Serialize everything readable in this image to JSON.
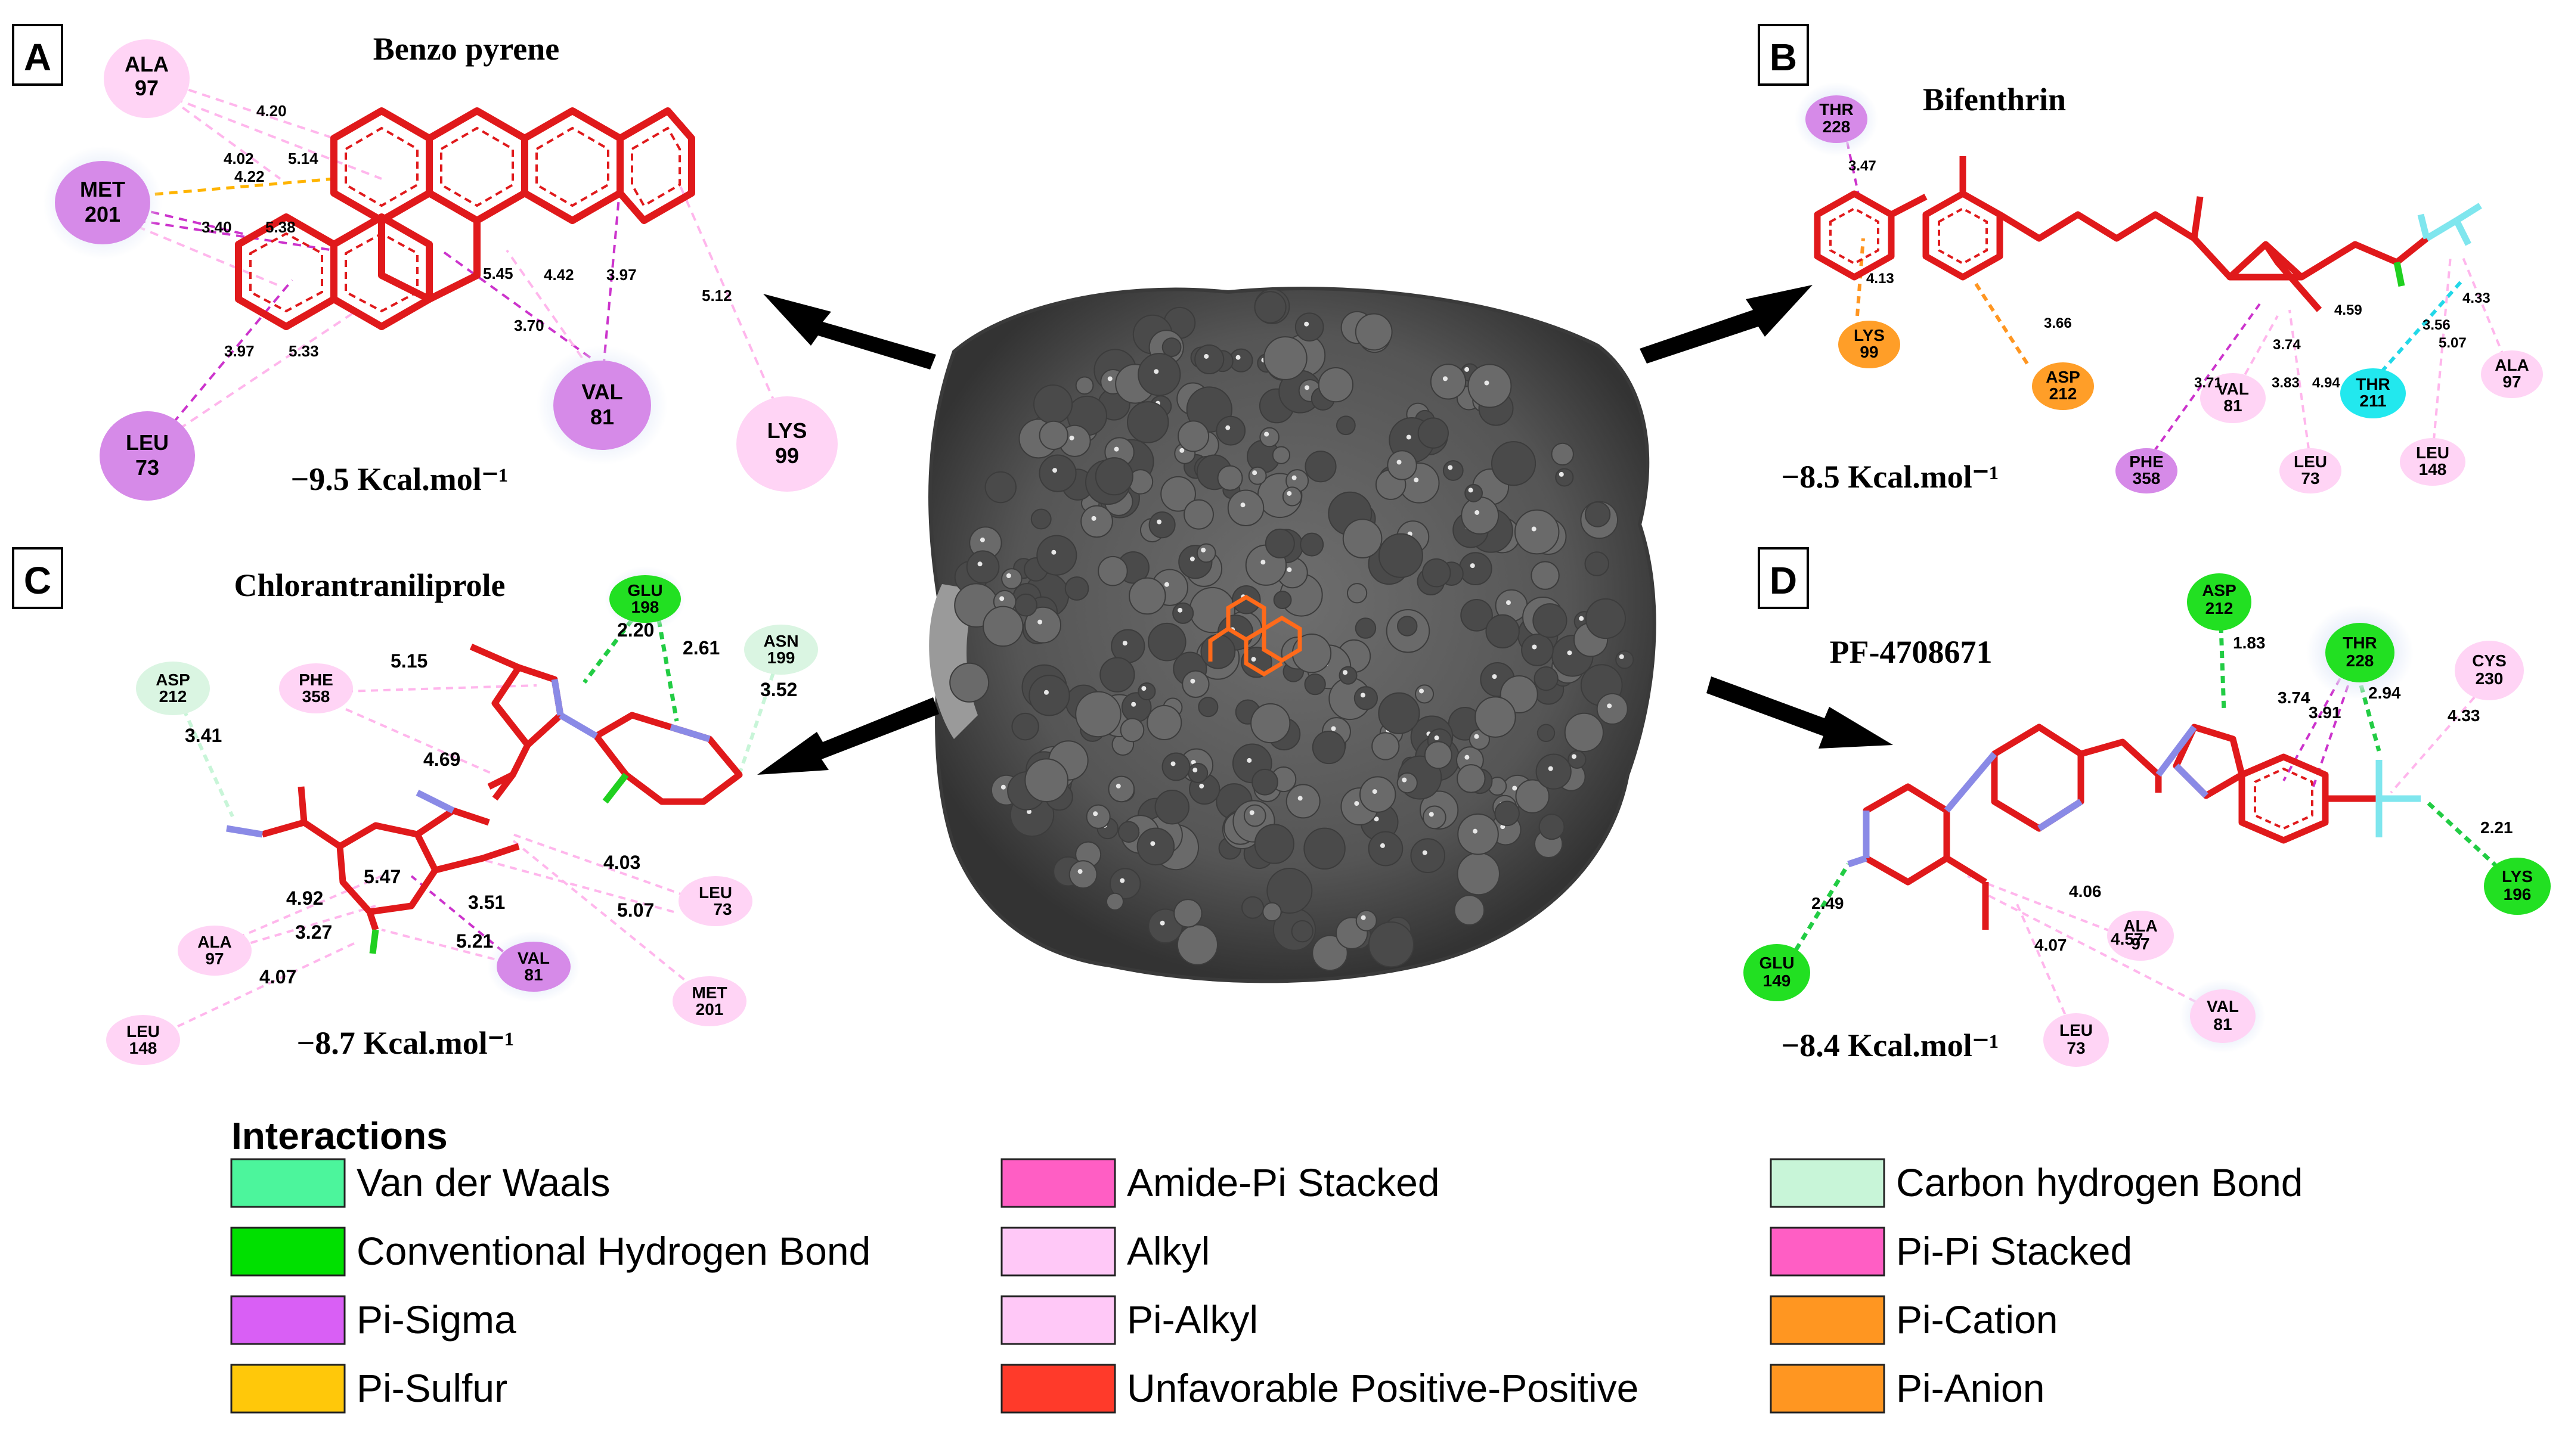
{
  "panels": [
    {
      "letter": "A",
      "ligand": "Benzo pyrene",
      "energy": "−9.5 Kcal.mol⁻¹"
    },
    {
      "letter": "B",
      "ligand": "Bifenthrin",
      "energy": "−8.5 Kcal.mol⁻¹"
    },
    {
      "letter": "C",
      "ligand": "Chlorantraniliprole",
      "energy": "−8.7 Kcal.mol⁻¹"
    },
    {
      "letter": "D",
      "ligand": "PF-4708671",
      "energy": "−8.4 Kcal.mol⁻¹"
    }
  ],
  "residues": {
    "A": [
      {
        "label": [
          "ALA",
          "97"
        ],
        "type": "alkyl"
      },
      {
        "label": [
          "MET",
          "201"
        ],
        "type": "pi-sigma"
      },
      {
        "label": [
          "LEU",
          "73"
        ],
        "type": "pi-sigma"
      },
      {
        "label": [
          "VAL",
          "81"
        ],
        "type": "pi-sigma"
      },
      {
        "label": [
          "LYS",
          "99"
        ],
        "type": "alkyl"
      }
    ],
    "B": [
      {
        "label": [
          "THR",
          "228"
        ],
        "type": "pi-sigma"
      },
      {
        "label": [
          "LYS",
          "99"
        ],
        "type": "pi-cation"
      },
      {
        "label": [
          "ASP",
          "212"
        ],
        "type": "pi-cation"
      },
      {
        "label": [
          "PHE",
          "358"
        ],
        "type": "pi-sigma"
      },
      {
        "label": [
          "VAL",
          "81"
        ],
        "type": "alkyl"
      },
      {
        "label": [
          "LEU",
          "73"
        ],
        "type": "alkyl"
      },
      {
        "label": [
          "THR",
          "211"
        ],
        "type": "cyan"
      },
      {
        "label": [
          "LEU",
          "148"
        ],
        "type": "alkyl"
      },
      {
        "label": [
          "ALA",
          "97"
        ],
        "type": "alkyl"
      }
    ],
    "C": [
      {
        "label": [
          "GLU",
          "198"
        ],
        "type": "hbond"
      },
      {
        "label": [
          "ASN",
          "199"
        ],
        "type": "carbon-h"
      },
      {
        "label": [
          "ASP",
          "212"
        ],
        "type": "carbon-h"
      },
      {
        "label": [
          "PHE",
          "358"
        ],
        "type": "alkyl"
      },
      {
        "label": [
          "LEU",
          "73"
        ],
        "type": "alkyl"
      },
      {
        "label": [
          "ALA",
          "97"
        ],
        "type": "alkyl"
      },
      {
        "label": [
          "VAL",
          "81"
        ],
        "type": "pi-sigma"
      },
      {
        "label": [
          "MET",
          "201"
        ],
        "type": "alkyl"
      },
      {
        "label": [
          "LEU",
          "148"
        ],
        "type": "alkyl"
      }
    ],
    "D": [
      {
        "label": [
          "ASP",
          "212"
        ],
        "type": "hbond"
      },
      {
        "label": [
          "THR",
          "228"
        ],
        "type": "hbond"
      },
      {
        "label": [
          "CYS",
          "230"
        ],
        "type": "alkyl"
      },
      {
        "label": [
          "LYS",
          "196"
        ],
        "type": "hbond"
      },
      {
        "label": [
          "GLU",
          "149"
        ],
        "type": "hbond"
      },
      {
        "label": [
          "ALA",
          "97"
        ],
        "type": "alkyl"
      },
      {
        "label": [
          "VAL",
          "81"
        ],
        "type": "alkyl"
      },
      {
        "label": [
          "LEU",
          "73"
        ],
        "type": "alkyl"
      }
    ]
  },
  "distances": {
    "A": [
      "4.20",
      "4.02",
      "5.14",
      "4.22",
      "3.40",
      "5.38",
      "5.45",
      "4.42",
      "3.97",
      "5.12",
      "3.70",
      "3.97",
      "5.33"
    ],
    "B": [
      "3.47",
      "4.13",
      "3.66",
      "4.59",
      "4.33",
      "3.74",
      "3.56",
      "5.07",
      "3.71",
      "3.83",
      "4.94"
    ],
    "C": [
      "2.20",
      "2.61",
      "3.52",
      "5.15",
      "3.41",
      "4.69",
      "4.03",
      "5.47",
      "5.07",
      "4.92",
      "3.51",
      "3.27",
      "5.21",
      "4.07"
    ],
    "D": [
      "1.83",
      "3.74",
      "3.91",
      "2.94",
      "4.33",
      "2.21",
      "2.49",
      "4.06",
      "4.57",
      "4.07"
    ]
  },
  "legend": {
    "title": "Interactions",
    "items": [
      {
        "label": "Van der Waals",
        "color": "#4cf59c"
      },
      {
        "label": "Conventional Hydrogen Bond",
        "color": "#00e000"
      },
      {
        "label": "Pi-Sigma",
        "color": "#d95ff5"
      },
      {
        "label": "Pi-Sulfur",
        "color": "#ffc80a"
      },
      {
        "label": "Amide-Pi Stacked",
        "color": "#ff5ec4"
      },
      {
        "label": "Alkyl",
        "color": "#ffc8f7"
      },
      {
        "label": "Pi-Alkyl",
        "color": "#ffc8f7"
      },
      {
        "label": "Unfavorable Positive-Positive",
        "color": "#ff3a2a"
      },
      {
        "label": "Carbon hydrogen Bond",
        "color": "#c8f5d8"
      },
      {
        "label": "Pi-Pi Stacked",
        "color": "#ff5ec4"
      },
      {
        "label": "Pi-Cation",
        "color": "#ff9621"
      },
      {
        "label": "Pi-Anion",
        "color": "#ff9621"
      }
    ]
  },
  "colors": {
    "ligand_bond": "#e0191b",
    "nitrogen": "#8a8ae6",
    "chlorine": "#20d020",
    "fluorine": "#7fe6ee",
    "protein_surface": "#5a5a5a",
    "arrow": "#000000"
  }
}
